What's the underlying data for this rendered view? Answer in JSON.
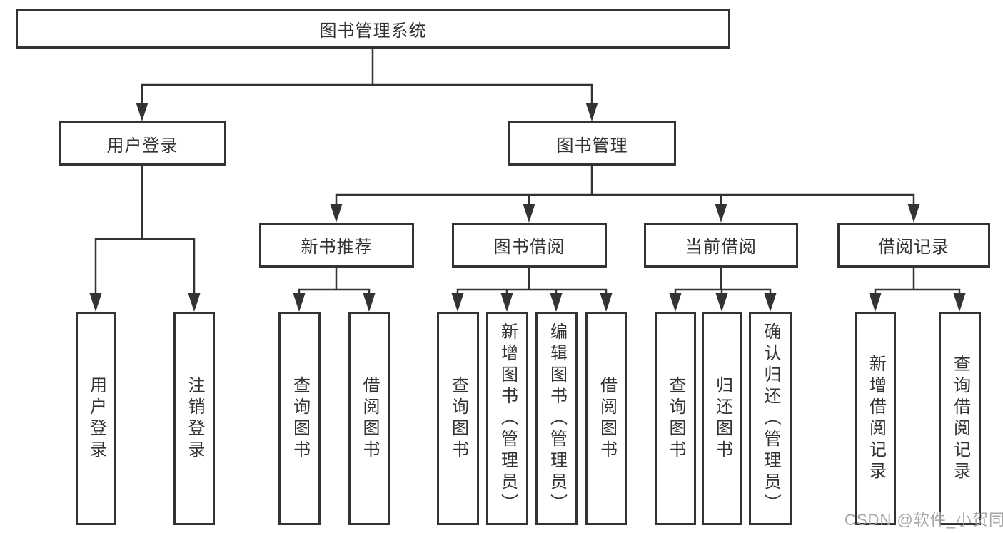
{
  "diagram": {
    "title": "图书管理系统",
    "branches": [
      {
        "label": "用户登录",
        "children": [
          {
            "label": "用户登录"
          },
          {
            "label": "注销登录"
          }
        ]
      },
      {
        "label": "图书管理",
        "children": [
          {
            "label": "新书推荐",
            "children": [
              {
                "label": "查询图书"
              },
              {
                "label": "借阅图书"
              }
            ]
          },
          {
            "label": "图书借阅",
            "children": [
              {
                "label": "查询图书"
              },
              {
                "label": "新增图书（管理员）"
              },
              {
                "label": "编辑图书（管理员）"
              },
              {
                "label": "借阅图书"
              }
            ]
          },
          {
            "label": "当前借阅",
            "children": [
              {
                "label": "查询图书"
              },
              {
                "label": "归还图书"
              },
              {
                "label": "确认归还（管理员）"
              }
            ]
          },
          {
            "label": "借阅记录",
            "children": [
              {
                "label": "新增借阅记录"
              },
              {
                "label": "查询借阅记录"
              }
            ]
          }
        ]
      }
    ],
    "colors": {
      "line": "#333333",
      "box_border": "#333333",
      "text": "#333333",
      "watermark": "#a6a6a6"
    }
  },
  "watermark": {
    "text": "CSDN @软件_小贺同学"
  }
}
